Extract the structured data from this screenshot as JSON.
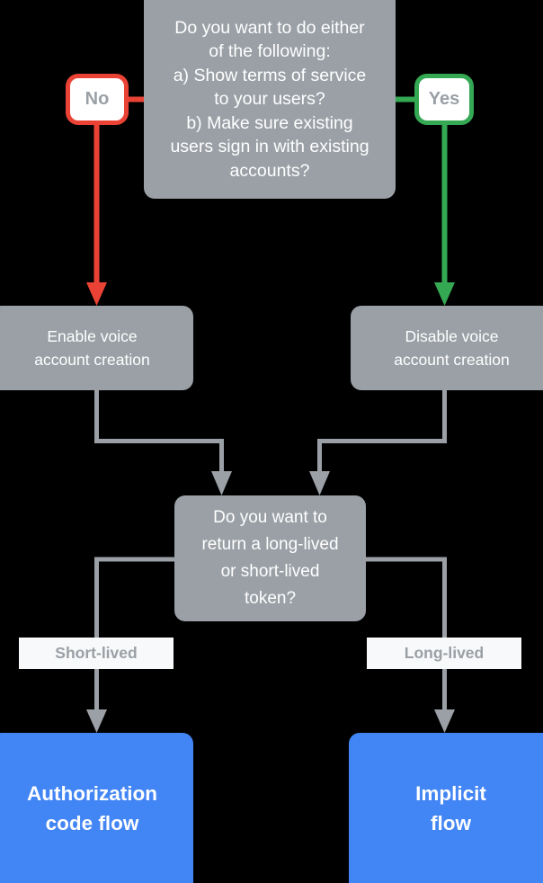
{
  "diagram": {
    "title": "Account linking flow decision diagram",
    "background_color": "#000000",
    "colors": {
      "node_gray": "#9aa0a6",
      "node_blue": "#4285f4",
      "no_red": "#ea4335",
      "yes_green": "#34a853",
      "connector_gray": "#9aa0a6",
      "label_background": "#f8f9fa",
      "label_text": "#9aa0a6",
      "node_text": "#ffffff"
    }
  },
  "nodes": {
    "top_decision": {
      "text": "Do you want to do either\nof the following:\na) Show terms of service\nto your users?\nb) Make sure existing\nusers sign in with existing\naccounts?",
      "shape": "rounded-rectangle",
      "fill": "#9aa0a6"
    },
    "enable": {
      "text": "Enable voice\naccount creation",
      "shape": "rounded-rectangle",
      "fill": "#9aa0a6"
    },
    "disable": {
      "text": "Disable voice\naccount creation",
      "shape": "rounded-rectangle",
      "fill": "#9aa0a6"
    },
    "token_decision": {
      "text": "Do you want to\nreturn a long-lived\nor short-lived\ntoken?",
      "shape": "rounded-rectangle",
      "fill": "#9aa0a6"
    },
    "authorization_code_flow": {
      "text": "Authorization\ncode flow",
      "shape": "rounded-rectangle",
      "fill": "#4285f4"
    },
    "implicit_flow": {
      "text": "Implicit\nflow",
      "shape": "rounded-rectangle",
      "fill": "#4285f4"
    }
  },
  "branch_pills": {
    "no": {
      "label": "No",
      "border_color": "#ea4335"
    },
    "yes": {
      "label": "Yes",
      "border_color": "#34a853"
    }
  },
  "edge_labels": {
    "short_lived": "Short-lived",
    "long_lived": "Long-lived"
  },
  "edges": [
    {
      "from": "top_decision",
      "to": "no",
      "color": "#ea4335",
      "label": "No"
    },
    {
      "from": "no",
      "to": "enable",
      "color": "#ea4335",
      "arrow": true
    },
    {
      "from": "top_decision",
      "to": "yes",
      "color": "#34a853",
      "label": "Yes"
    },
    {
      "from": "yes",
      "to": "disable",
      "color": "#34a853",
      "arrow": true
    },
    {
      "from": "enable",
      "to": "token_decision",
      "color": "#9aa0a6",
      "arrow": true
    },
    {
      "from": "disable",
      "to": "token_decision",
      "color": "#9aa0a6",
      "arrow": true
    },
    {
      "from": "token_decision",
      "to": "authorization_code_flow",
      "color": "#9aa0a6",
      "arrow": true,
      "label": "Short-lived"
    },
    {
      "from": "token_decision",
      "to": "implicit_flow",
      "color": "#9aa0a6",
      "arrow": true,
      "label": "Long-lived"
    }
  ]
}
